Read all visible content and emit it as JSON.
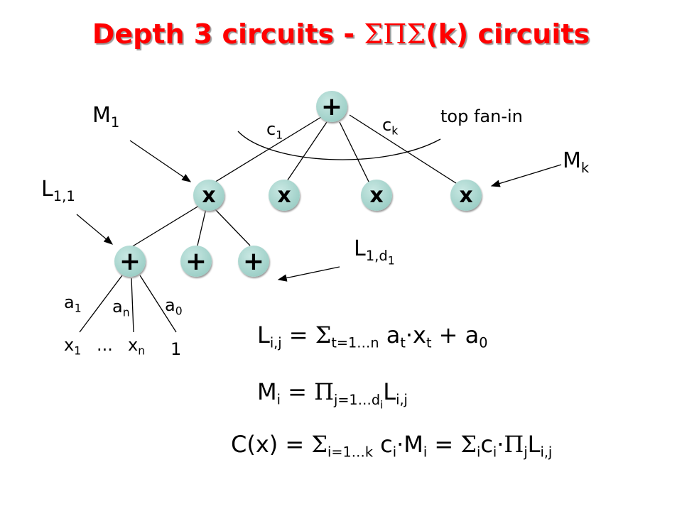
{
  "title": {
    "prefix": "Depth 3 circuits - ",
    "greek": "ΣΠΣ",
    "suffix": "(k) circuits"
  },
  "nodes": {
    "root": "+",
    "mult": [
      "x",
      "x",
      "x",
      "x"
    ],
    "add": [
      "+",
      "+",
      "+"
    ]
  },
  "labels": {
    "M1": {
      "base": "M",
      "sub": "1"
    },
    "Mk": {
      "base": "M",
      "sub": "k"
    },
    "L11": {
      "base": "L",
      "sub": "1,1"
    },
    "L1d1": {
      "base": "L",
      "sub": "1,d",
      "subsub": "1"
    },
    "c1": {
      "base": "c",
      "sub": "1"
    },
    "ck": {
      "base": "c",
      "sub": "k"
    },
    "top_fanin": "top fan-in",
    "a1": {
      "base": "a",
      "sub": "1"
    },
    "an": {
      "base": "a",
      "sub": "n"
    },
    "a0": {
      "base": "a",
      "sub": "0"
    },
    "x1": {
      "base": "x",
      "sub": "1"
    },
    "dots": "...",
    "xn": {
      "base": "x",
      "sub": "n"
    },
    "one": "1"
  },
  "formulas": {
    "L": {
      "lhs": "L",
      "lhs_sub": "i,j",
      "eq": " = ",
      "sym": "Σ",
      "sym_sub": "t=1…n",
      "body1": " a",
      "body1_sub": "t",
      "dot": "·",
      "body2": "x",
      "body2_sub": "t",
      "tail": " + a",
      "tail_sub": "0"
    },
    "M": {
      "lhs": "M",
      "lhs_sub": "i",
      "eq": " = ",
      "sym": "Π",
      "sym_sub": "j=1…d",
      "sym_subsub": "i",
      "body": "L",
      "body_sub": "i,j"
    },
    "C": {
      "lhs": "C(x) = ",
      "sym1": "Σ",
      "sym1_sub": "i=1…k",
      "c": " c",
      "c_sub": "i",
      "dot": "·",
      "m": "M",
      "m_sub": "i",
      "eq": " = ",
      "sym2": "Σ",
      "sym2_sub": "i",
      "c2": "c",
      "c2_sub": "i",
      "dot2": "·",
      "sym3": "Π",
      "sym3_sub": "j",
      "l": "L",
      "l_sub": "i,j"
    }
  },
  "colors": {
    "title": "#ff0000",
    "node_fill": "#9fd0c8"
  }
}
